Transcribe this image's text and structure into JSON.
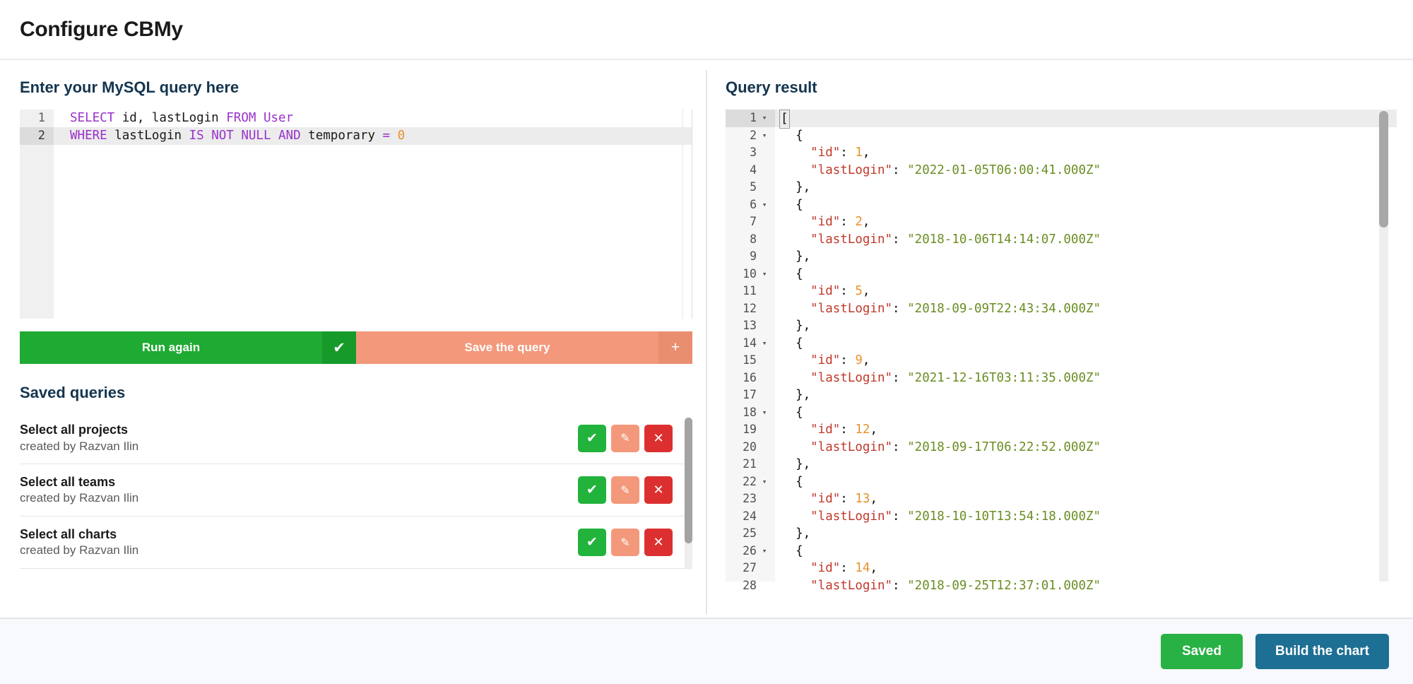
{
  "header": {
    "title": "Configure CBMy"
  },
  "left": {
    "editor_title": "Enter your MySQL query here",
    "editor": {
      "lines": [
        {
          "n": "1",
          "active": false,
          "tokens": [
            {
              "t": "SELECT",
              "c": "kw"
            },
            {
              "t": " id, lastLogin ",
              "c": "plain"
            },
            {
              "t": "FROM",
              "c": "kw"
            },
            {
              "t": " ",
              "c": "plain"
            },
            {
              "t": "User",
              "c": "kw"
            }
          ]
        },
        {
          "n": "2",
          "active": true,
          "tokens": [
            {
              "t": "WHERE",
              "c": "kw"
            },
            {
              "t": " lastLogin ",
              "c": "plain"
            },
            {
              "t": "IS NOT NULL AND",
              "c": "kw"
            },
            {
              "t": " temporary ",
              "c": "plain"
            },
            {
              "t": "=",
              "c": "kw"
            },
            {
              "t": " ",
              "c": "plain"
            },
            {
              "t": "0",
              "c": "num-lit"
            }
          ]
        }
      ]
    },
    "actions": {
      "run_label": "Run again",
      "run_icon": "check-icon",
      "run_icon_glyph": "✔",
      "save_label": "Save the query",
      "save_icon": "plus-icon",
      "save_icon_glyph": "+"
    },
    "saved_title": "Saved queries",
    "saved_queries": [
      {
        "name": "Select all projects",
        "author": "created by Razvan Ilin"
      },
      {
        "name": "Select all teams",
        "author": "created by Razvan Ilin"
      },
      {
        "name": "Select all charts",
        "author": "created by Razvan Ilin"
      }
    ],
    "row_actions": {
      "select_icon": "check-icon",
      "select_glyph": "✔",
      "edit_icon": "pencil-icon",
      "edit_glyph": "✎",
      "delete_icon": "close-icon",
      "delete_glyph": "✕"
    }
  },
  "right": {
    "result_title": "Query result",
    "json_lines": [
      {
        "n": "1",
        "fold": true,
        "active": true,
        "tokens": [
          {
            "t": "[",
            "c": "j-pun",
            "cursor": true
          }
        ]
      },
      {
        "n": "2",
        "fold": true,
        "active": false,
        "tokens": [
          {
            "t": "  {",
            "c": "j-pun"
          }
        ]
      },
      {
        "n": "3",
        "fold": false,
        "active": false,
        "tokens": [
          {
            "t": "    \"id\"",
            "c": "j-key"
          },
          {
            "t": ": ",
            "c": "j-pun"
          },
          {
            "t": "1",
            "c": "j-num"
          },
          {
            "t": ",",
            "c": "j-pun"
          }
        ]
      },
      {
        "n": "4",
        "fold": false,
        "active": false,
        "tokens": [
          {
            "t": "    \"lastLogin\"",
            "c": "j-key"
          },
          {
            "t": ": ",
            "c": "j-pun"
          },
          {
            "t": "\"2022-01-05T06:00:41.000Z\"",
            "c": "j-str"
          }
        ]
      },
      {
        "n": "5",
        "fold": false,
        "active": false,
        "tokens": [
          {
            "t": "  },",
            "c": "j-pun"
          }
        ]
      },
      {
        "n": "6",
        "fold": true,
        "active": false,
        "tokens": [
          {
            "t": "  {",
            "c": "j-pun"
          }
        ]
      },
      {
        "n": "7",
        "fold": false,
        "active": false,
        "tokens": [
          {
            "t": "    \"id\"",
            "c": "j-key"
          },
          {
            "t": ": ",
            "c": "j-pun"
          },
          {
            "t": "2",
            "c": "j-num"
          },
          {
            "t": ",",
            "c": "j-pun"
          }
        ]
      },
      {
        "n": "8",
        "fold": false,
        "active": false,
        "tokens": [
          {
            "t": "    \"lastLogin\"",
            "c": "j-key"
          },
          {
            "t": ": ",
            "c": "j-pun"
          },
          {
            "t": "\"2018-10-06T14:14:07.000Z\"",
            "c": "j-str"
          }
        ]
      },
      {
        "n": "9",
        "fold": false,
        "active": false,
        "tokens": [
          {
            "t": "  },",
            "c": "j-pun"
          }
        ]
      },
      {
        "n": "10",
        "fold": true,
        "active": false,
        "tokens": [
          {
            "t": "  {",
            "c": "j-pun"
          }
        ]
      },
      {
        "n": "11",
        "fold": false,
        "active": false,
        "tokens": [
          {
            "t": "    \"id\"",
            "c": "j-key"
          },
          {
            "t": ": ",
            "c": "j-pun"
          },
          {
            "t": "5",
            "c": "j-num"
          },
          {
            "t": ",",
            "c": "j-pun"
          }
        ]
      },
      {
        "n": "12",
        "fold": false,
        "active": false,
        "tokens": [
          {
            "t": "    \"lastLogin\"",
            "c": "j-key"
          },
          {
            "t": ": ",
            "c": "j-pun"
          },
          {
            "t": "\"2018-09-09T22:43:34.000Z\"",
            "c": "j-str"
          }
        ]
      },
      {
        "n": "13",
        "fold": false,
        "active": false,
        "tokens": [
          {
            "t": "  },",
            "c": "j-pun"
          }
        ]
      },
      {
        "n": "14",
        "fold": true,
        "active": false,
        "tokens": [
          {
            "t": "  {",
            "c": "j-pun"
          }
        ]
      },
      {
        "n": "15",
        "fold": false,
        "active": false,
        "tokens": [
          {
            "t": "    \"id\"",
            "c": "j-key"
          },
          {
            "t": ": ",
            "c": "j-pun"
          },
          {
            "t": "9",
            "c": "j-num"
          },
          {
            "t": ",",
            "c": "j-pun"
          }
        ]
      },
      {
        "n": "16",
        "fold": false,
        "active": false,
        "tokens": [
          {
            "t": "    \"lastLogin\"",
            "c": "j-key"
          },
          {
            "t": ": ",
            "c": "j-pun"
          },
          {
            "t": "\"2021-12-16T03:11:35.000Z\"",
            "c": "j-str"
          }
        ]
      },
      {
        "n": "17",
        "fold": false,
        "active": false,
        "tokens": [
          {
            "t": "  },",
            "c": "j-pun"
          }
        ]
      },
      {
        "n": "18",
        "fold": true,
        "active": false,
        "tokens": [
          {
            "t": "  {",
            "c": "j-pun"
          }
        ]
      },
      {
        "n": "19",
        "fold": false,
        "active": false,
        "tokens": [
          {
            "t": "    \"id\"",
            "c": "j-key"
          },
          {
            "t": ": ",
            "c": "j-pun"
          },
          {
            "t": "12",
            "c": "j-num"
          },
          {
            "t": ",",
            "c": "j-pun"
          }
        ]
      },
      {
        "n": "20",
        "fold": false,
        "active": false,
        "tokens": [
          {
            "t": "    \"lastLogin\"",
            "c": "j-key"
          },
          {
            "t": ": ",
            "c": "j-pun"
          },
          {
            "t": "\"2018-09-17T06:22:52.000Z\"",
            "c": "j-str"
          }
        ]
      },
      {
        "n": "21",
        "fold": false,
        "active": false,
        "tokens": [
          {
            "t": "  },",
            "c": "j-pun"
          }
        ]
      },
      {
        "n": "22",
        "fold": true,
        "active": false,
        "tokens": [
          {
            "t": "  {",
            "c": "j-pun"
          }
        ]
      },
      {
        "n": "23",
        "fold": false,
        "active": false,
        "tokens": [
          {
            "t": "    \"id\"",
            "c": "j-key"
          },
          {
            "t": ": ",
            "c": "j-pun"
          },
          {
            "t": "13",
            "c": "j-num"
          },
          {
            "t": ",",
            "c": "j-pun"
          }
        ]
      },
      {
        "n": "24",
        "fold": false,
        "active": false,
        "tokens": [
          {
            "t": "    \"lastLogin\"",
            "c": "j-key"
          },
          {
            "t": ": ",
            "c": "j-pun"
          },
          {
            "t": "\"2018-10-10T13:54:18.000Z\"",
            "c": "j-str"
          }
        ]
      },
      {
        "n": "25",
        "fold": false,
        "active": false,
        "tokens": [
          {
            "t": "  },",
            "c": "j-pun"
          }
        ]
      },
      {
        "n": "26",
        "fold": true,
        "active": false,
        "tokens": [
          {
            "t": "  {",
            "c": "j-pun"
          }
        ]
      },
      {
        "n": "27",
        "fold": false,
        "active": false,
        "tokens": [
          {
            "t": "    \"id\"",
            "c": "j-key"
          },
          {
            "t": ": ",
            "c": "j-pun"
          },
          {
            "t": "14",
            "c": "j-num"
          },
          {
            "t": ",",
            "c": "j-pun"
          }
        ]
      },
      {
        "n": "28",
        "fold": false,
        "active": false,
        "tokens": [
          {
            "t": "    \"lastLogin\"",
            "c": "j-key"
          },
          {
            "t": ": ",
            "c": "j-pun"
          },
          {
            "t": "\"2018-09-25T12:37:01.000Z\"",
            "c": "j-str"
          }
        ]
      }
    ],
    "result_records": [
      {
        "id": 1,
        "lastLogin": "2022-01-05T06:00:41.000Z"
      },
      {
        "id": 2,
        "lastLogin": "2018-10-06T14:14:07.000Z"
      },
      {
        "id": 5,
        "lastLogin": "2018-09-09T22:43:34.000Z"
      },
      {
        "id": 9,
        "lastLogin": "2021-12-16T03:11:35.000Z"
      },
      {
        "id": 12,
        "lastLogin": "2018-09-17T06:22:52.000Z"
      },
      {
        "id": 13,
        "lastLogin": "2018-10-10T13:54:18.000Z"
      },
      {
        "id": 14,
        "lastLogin": "2018-09-25T12:37:01.000Z"
      }
    ],
    "fold_arrow_glyph": "▾"
  },
  "footer": {
    "saved_label": "Saved",
    "build_label": "Build the chart"
  },
  "colors": {
    "green": "#1faa33",
    "salmon": "#f3987a",
    "red": "#dc3030",
    "blue": "#1d6f93",
    "heading": "#14354f"
  }
}
